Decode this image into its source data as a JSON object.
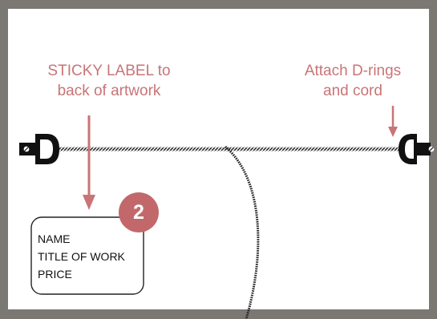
{
  "colors": {
    "frame": "#7b7773",
    "accent": "#c97477",
    "badge": "#c2686b"
  },
  "callouts": {
    "sticky_label": [
      "STICKY LABEL to",
      "back of artwork"
    ],
    "d_rings": [
      "Attach D-rings",
      "and cord"
    ]
  },
  "badge": "2",
  "label_card": {
    "lines": [
      "NAME",
      "TITLE OF WORK",
      "PRICE"
    ]
  },
  "icons": [
    "d-ring-icon",
    "screw-icon",
    "cord",
    "arrow"
  ]
}
